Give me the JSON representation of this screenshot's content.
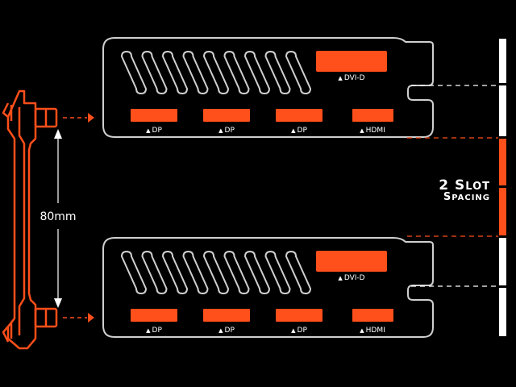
{
  "colors": {
    "accent": "#ff4f1a",
    "outline": "#cfcfcf",
    "background": "#000000",
    "text": "#ffffff"
  },
  "dimension_label": "80mm",
  "slot_label": {
    "line1_big": "2 S",
    "line1_small": "LOT",
    "line2_big": "S",
    "line2_small": "PACING"
  },
  "brackets": [
    {
      "top_port": "DVI-D",
      "bottom_ports": [
        "DP",
        "DP",
        "DP",
        "HDMI"
      ]
    },
    {
      "top_port": "DVI-D",
      "bottom_ports": [
        "DP",
        "DP",
        "DP",
        "HDMI"
      ]
    }
  ],
  "port_marker_glyph": "▲"
}
